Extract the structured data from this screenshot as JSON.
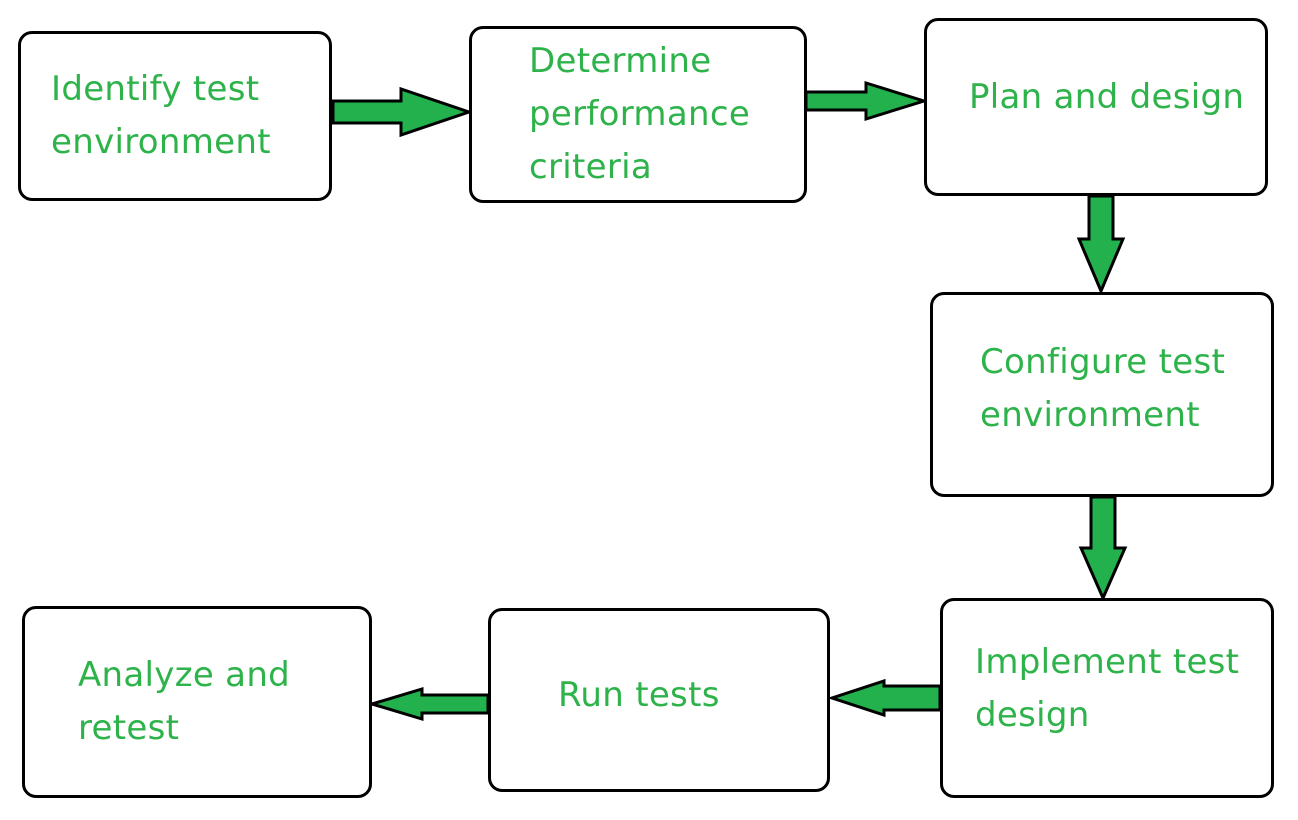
{
  "colors": {
    "text": "#2db34a",
    "arrow_fill": "#22b14c",
    "stroke": "#000000",
    "background": "#ffffff"
  },
  "steps": [
    {
      "id": "identify",
      "label": "Identify test\nenvironment"
    },
    {
      "id": "determine",
      "label": "Determine\nperformance\ncriteria"
    },
    {
      "id": "plan",
      "label": "Plan and design"
    },
    {
      "id": "configure",
      "label": "Configure test\nenvironment"
    },
    {
      "id": "implement",
      "label": "Implement test\ndesign"
    },
    {
      "id": "run",
      "label": "Run tests"
    },
    {
      "id": "analyze",
      "label": "Analyze and\nretest"
    }
  ],
  "connections": [
    {
      "from": "identify",
      "to": "determine"
    },
    {
      "from": "determine",
      "to": "plan"
    },
    {
      "from": "plan",
      "to": "configure"
    },
    {
      "from": "configure",
      "to": "implement"
    },
    {
      "from": "implement",
      "to": "run"
    },
    {
      "from": "run",
      "to": "analyze"
    }
  ]
}
